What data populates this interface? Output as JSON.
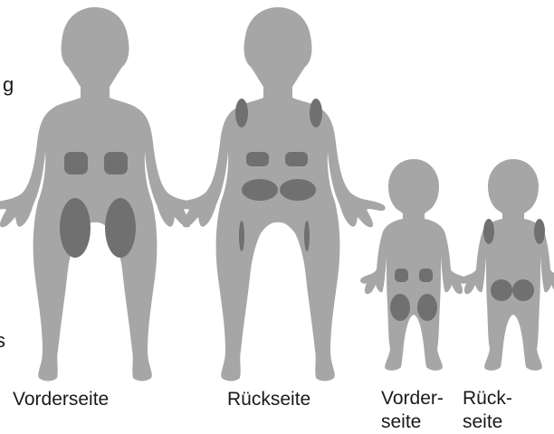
{
  "labels": {
    "adult_front": "Vorderseite",
    "adult_back": "Rückseite",
    "child_front": "Vorder-\nseite",
    "child_back": "Rück-\nseite"
  },
  "cropped_edge_text": [
    "g",
    "s"
  ],
  "colors": {
    "background": "#ffffff",
    "body": "#a6a6a6",
    "injection_zone": "#707070",
    "text": "#1a1a1a"
  }
}
